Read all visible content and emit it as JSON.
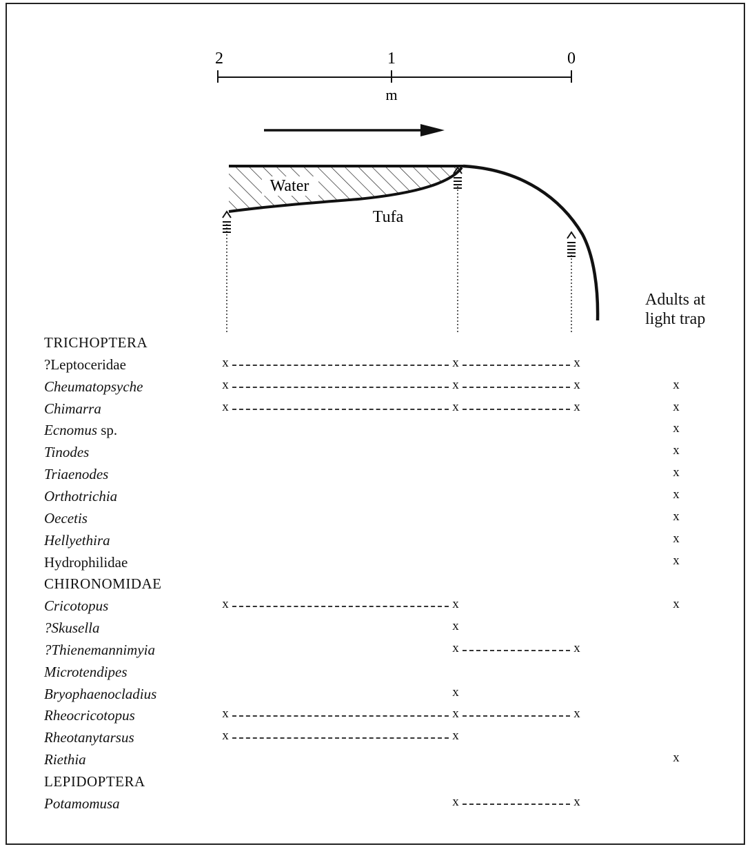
{
  "scale": {
    "ticks": [
      "2",
      "1",
      "0"
    ],
    "unit": "m"
  },
  "diagram": {
    "water_label": "Water",
    "tufa_label": "Tufa"
  },
  "columns": {
    "trap_header_line1": "Adults at",
    "trap_header_line2": "light trap"
  },
  "rows": [
    {
      "label": "TRICHOPTERA",
      "style": "group",
      "pos": [],
      "trap": false
    },
    {
      "label": "?Leptoceridae",
      "style": "plain",
      "pos": [
        2,
        1,
        0
      ],
      "trap": false
    },
    {
      "label": "Cheumatopsyche",
      "style": "genus",
      "pos": [
        2,
        1,
        0
      ],
      "trap": true
    },
    {
      "label": "Chimarra",
      "style": "genus",
      "pos": [
        2,
        1,
        0
      ],
      "trap": true
    },
    {
      "label": "Ecnomus",
      "suffix": " sp.",
      "style": "genus",
      "pos": [],
      "trap": true
    },
    {
      "label": "Tinodes",
      "style": "genus",
      "pos": [],
      "trap": true
    },
    {
      "label": "Triaenodes",
      "style": "genus",
      "pos": [],
      "trap": true
    },
    {
      "label": "Orthotrichia",
      "style": "genus",
      "pos": [],
      "trap": true
    },
    {
      "label": "Oecetis",
      "style": "genus",
      "pos": [],
      "trap": true
    },
    {
      "label": "Hellyethira",
      "style": "genus",
      "pos": [],
      "trap": true
    },
    {
      "label": "Hydrophilidae",
      "style": "plain",
      "pos": [],
      "trap": true
    },
    {
      "label": "CHIRONOMIDAE",
      "style": "group",
      "pos": [],
      "trap": false
    },
    {
      "label": "Cricotopus",
      "style": "genus",
      "pos": [
        2,
        1
      ],
      "trap": true
    },
    {
      "label": "?Skusella",
      "style": "genus",
      "pos": [
        1
      ],
      "trap": false
    },
    {
      "label": "?Thienemannimyia",
      "style": "genus",
      "pos": [
        1,
        0
      ],
      "trap": false
    },
    {
      "label": "Microtendipes",
      "style": "genus",
      "pos": [],
      "trap": false
    },
    {
      "label": "Bryophaenocladius",
      "style": "genus",
      "pos": [
        1
      ],
      "trap": false
    },
    {
      "label": "Rheocricotopus",
      "style": "genus",
      "pos": [
        2,
        1,
        0
      ],
      "trap": false
    },
    {
      "label": "Rheotanytarsus",
      "style": "genus",
      "pos": [
        2,
        1
      ],
      "trap": false
    },
    {
      "label": "Riethia",
      "style": "genus",
      "pos": [],
      "trap": true
    },
    {
      "label": "LEPIDOPTERA",
      "style": "group",
      "pos": [],
      "trap": false
    },
    {
      "label": "Potamomusa",
      "style": "genus",
      "pos": [
        1,
        0
      ],
      "trap": false
    }
  ],
  "marker": "x"
}
